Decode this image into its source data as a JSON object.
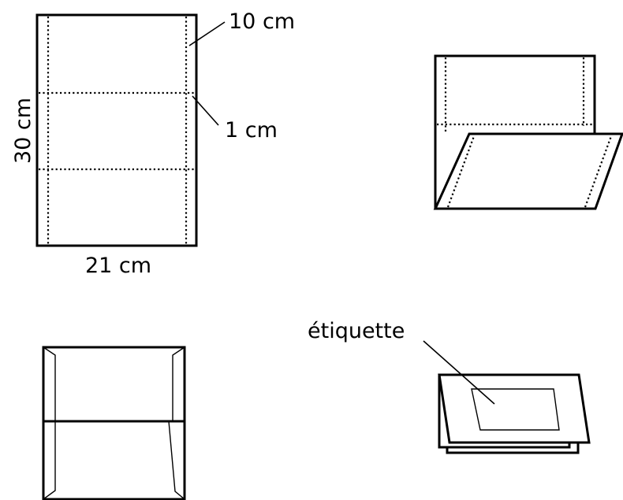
{
  "labels": {
    "top_fold_width": "10 cm",
    "side_margin": "1 cm",
    "height": "30 cm",
    "width": "21 cm",
    "label_tag": "étiquette"
  }
}
